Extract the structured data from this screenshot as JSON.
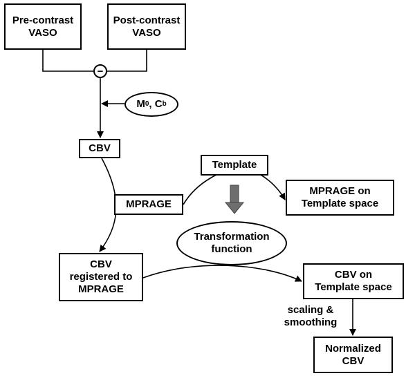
{
  "nodes": {
    "pre_contrast": [
      "Pre-contrast",
      "VASO"
    ],
    "post_contrast": [
      "Post-contrast",
      "VASO"
    ],
    "subtract_symbol": "−",
    "constants": {
      "m": "M",
      "m_sub": "0",
      "sep": ", C",
      "c_sub": "b"
    },
    "cbv": "CBV",
    "template": "Template",
    "mprage": "MPRAGE",
    "mprage_template": [
      "MPRAGE on",
      "Template space"
    ],
    "transformation": [
      "Transformation",
      "function"
    ],
    "cbv_registered": [
      "CBV",
      "registered to",
      "MPRAGE"
    ],
    "cbv_template": [
      "CBV on",
      "Template space"
    ],
    "scaling": [
      "scaling &",
      "smoothing"
    ],
    "normalized": [
      "Normalized",
      "CBV"
    ]
  }
}
